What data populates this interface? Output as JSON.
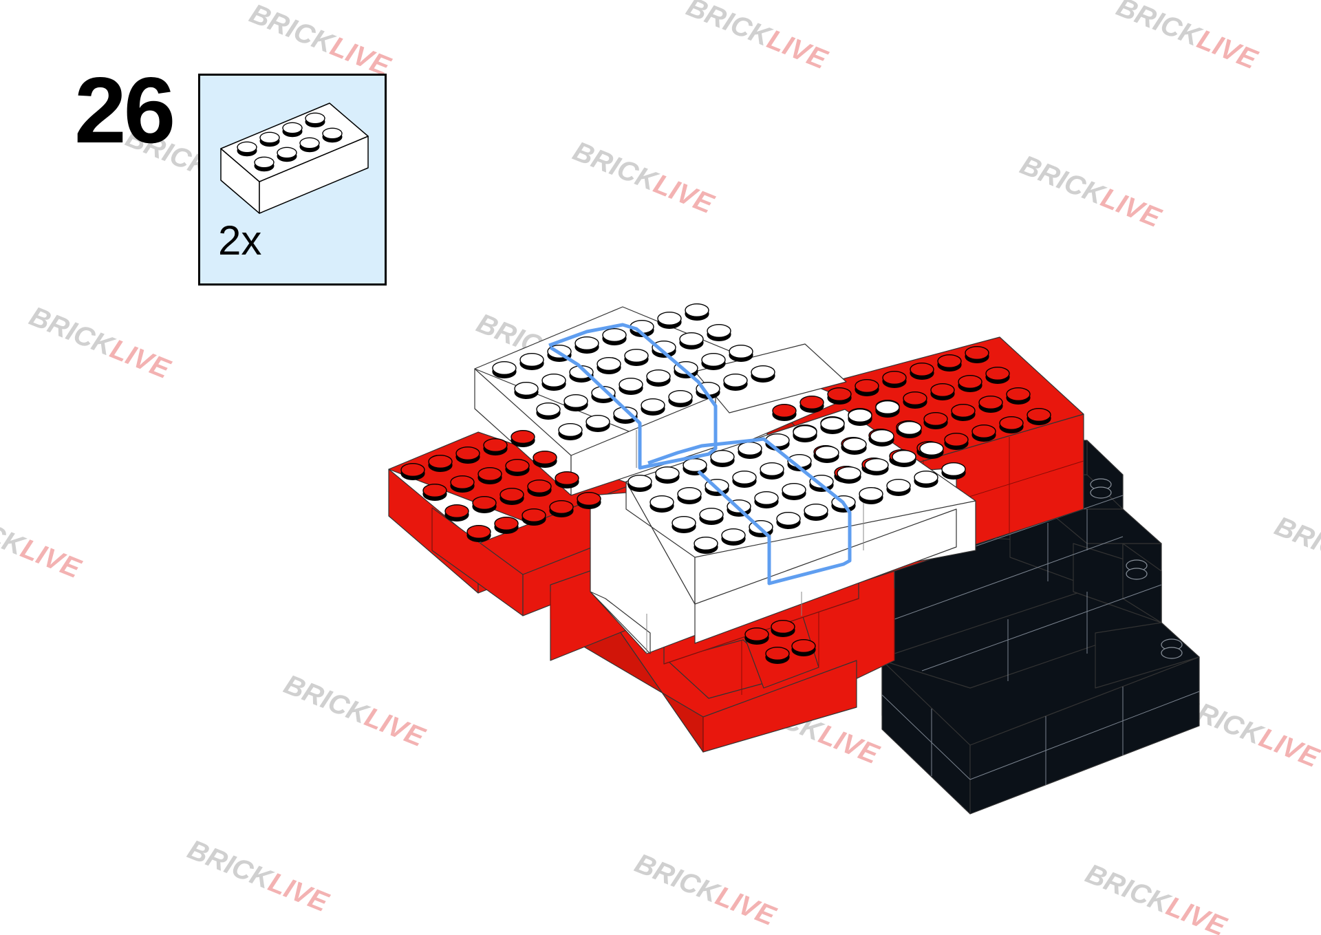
{
  "step": {
    "number": "26"
  },
  "parts": [
    {
      "name": "white-brick-2x4",
      "quantity": "2x",
      "color": "#ffffff"
    }
  ],
  "watermark": {
    "part1": "BRICK",
    "part2": "LIVE",
    "color1": "#d0d0d0",
    "color2": "#f3b2b2"
  },
  "colors": {
    "red": "#e8170d",
    "white": "#ffffff",
    "black": "#0b1118",
    "highlight": "#5f9ef0",
    "parts_bg": "#d9eefc"
  }
}
